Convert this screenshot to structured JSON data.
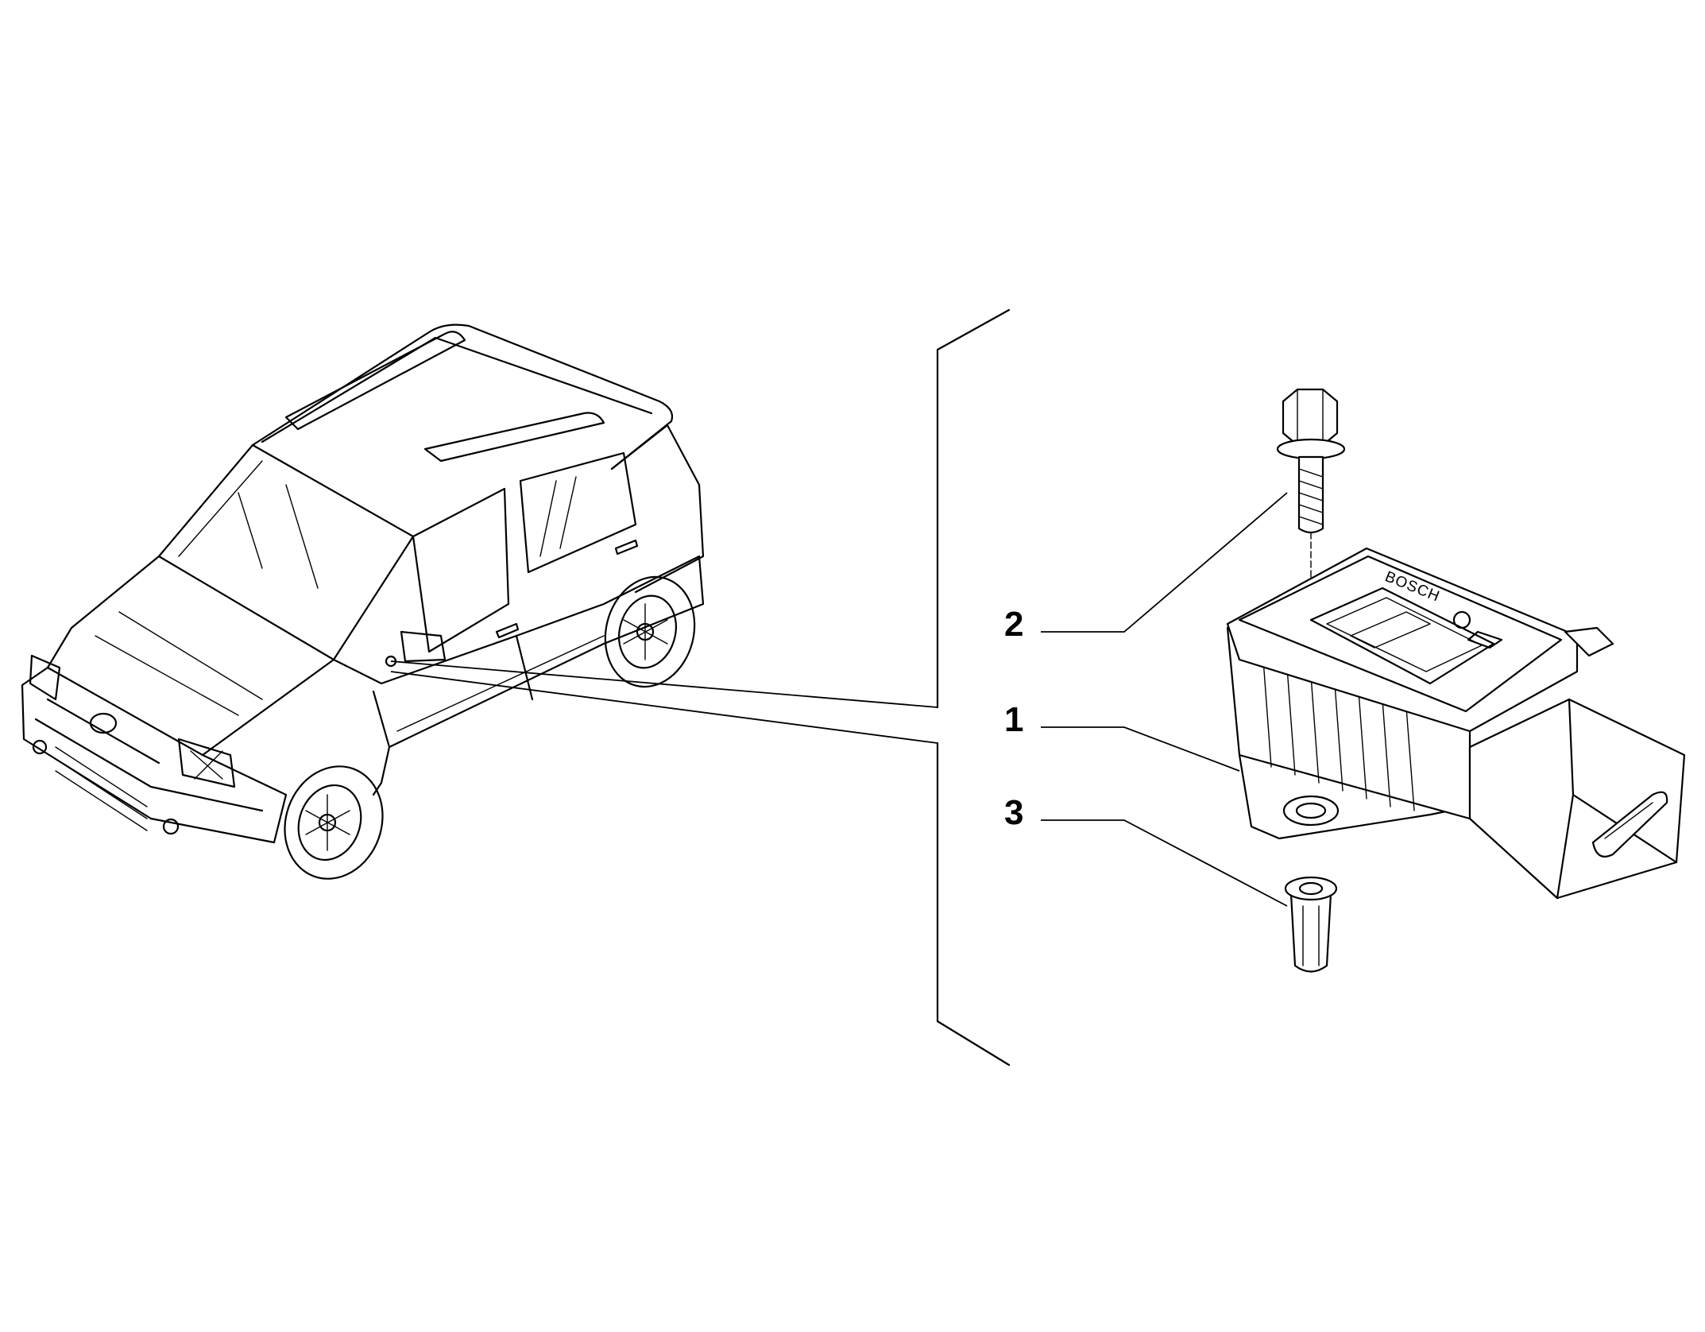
{
  "callouts": [
    {
      "id": "1",
      "label": "1"
    },
    {
      "id": "2",
      "label": "2"
    },
    {
      "id": "3",
      "label": "3"
    }
  ],
  "sensor": {
    "brand": "BOSCH"
  }
}
